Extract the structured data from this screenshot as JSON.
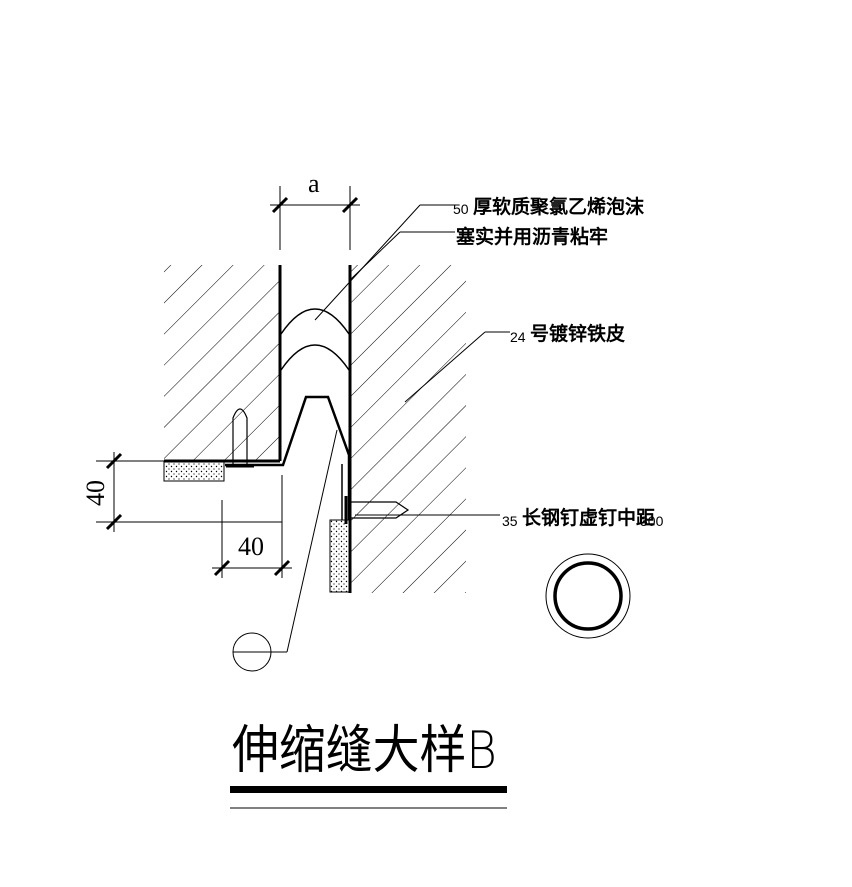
{
  "drawing": {
    "dim_gap": "a",
    "label_foam_num": "50",
    "label_foam_line1": "厚软质聚氯乙烯泡沫",
    "label_foam_line2": "塞实并用沥青粘牢",
    "label_sheet_num": "24",
    "label_sheet": "号镀锌铁皮",
    "label_nail_num": "35",
    "label_nail": "长钢钉虚钉中距",
    "label_nail_spacing": "300",
    "dim_vertical": "40",
    "dim_horizontal": "40",
    "title": "伸缩缝大样B"
  }
}
